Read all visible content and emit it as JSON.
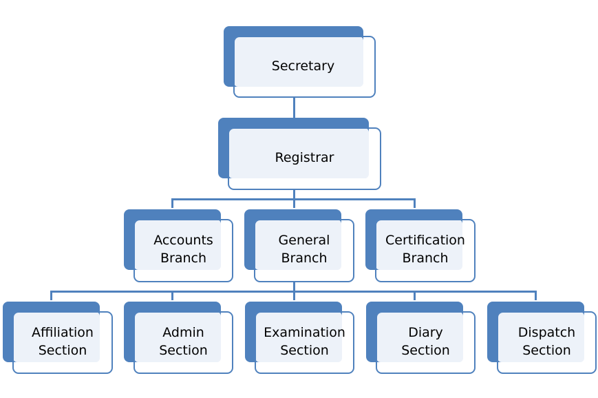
{
  "diagram": {
    "type": "org-chart",
    "colors": {
      "accent": "#4f81bd",
      "box_fill": "#edf2f9",
      "text": "#000000"
    },
    "nodes": [
      {
        "id": "secretary",
        "label": "Secretary",
        "level": 0,
        "parent": null
      },
      {
        "id": "registrar",
        "label": "Registrar",
        "level": 1,
        "parent": "secretary"
      },
      {
        "id": "accounts",
        "label": "Accounts\nBranch",
        "level": 2,
        "parent": "registrar"
      },
      {
        "id": "general",
        "label": "General\nBranch",
        "level": 2,
        "parent": "registrar"
      },
      {
        "id": "certification",
        "label": "Certification\nBranch",
        "level": 2,
        "parent": "registrar"
      },
      {
        "id": "affiliation",
        "label": "Affiliation\nSection",
        "level": 3,
        "parent": "general"
      },
      {
        "id": "admin",
        "label": "Admin\nSection",
        "level": 3,
        "parent": "general"
      },
      {
        "id": "examination",
        "label": "Examination\nSection",
        "level": 3,
        "parent": "general"
      },
      {
        "id": "diary",
        "label": "Diary\nSection",
        "level": 3,
        "parent": "general"
      },
      {
        "id": "dispatch",
        "label": "Dispatch\nSection",
        "level": 3,
        "parent": "general"
      }
    ]
  }
}
